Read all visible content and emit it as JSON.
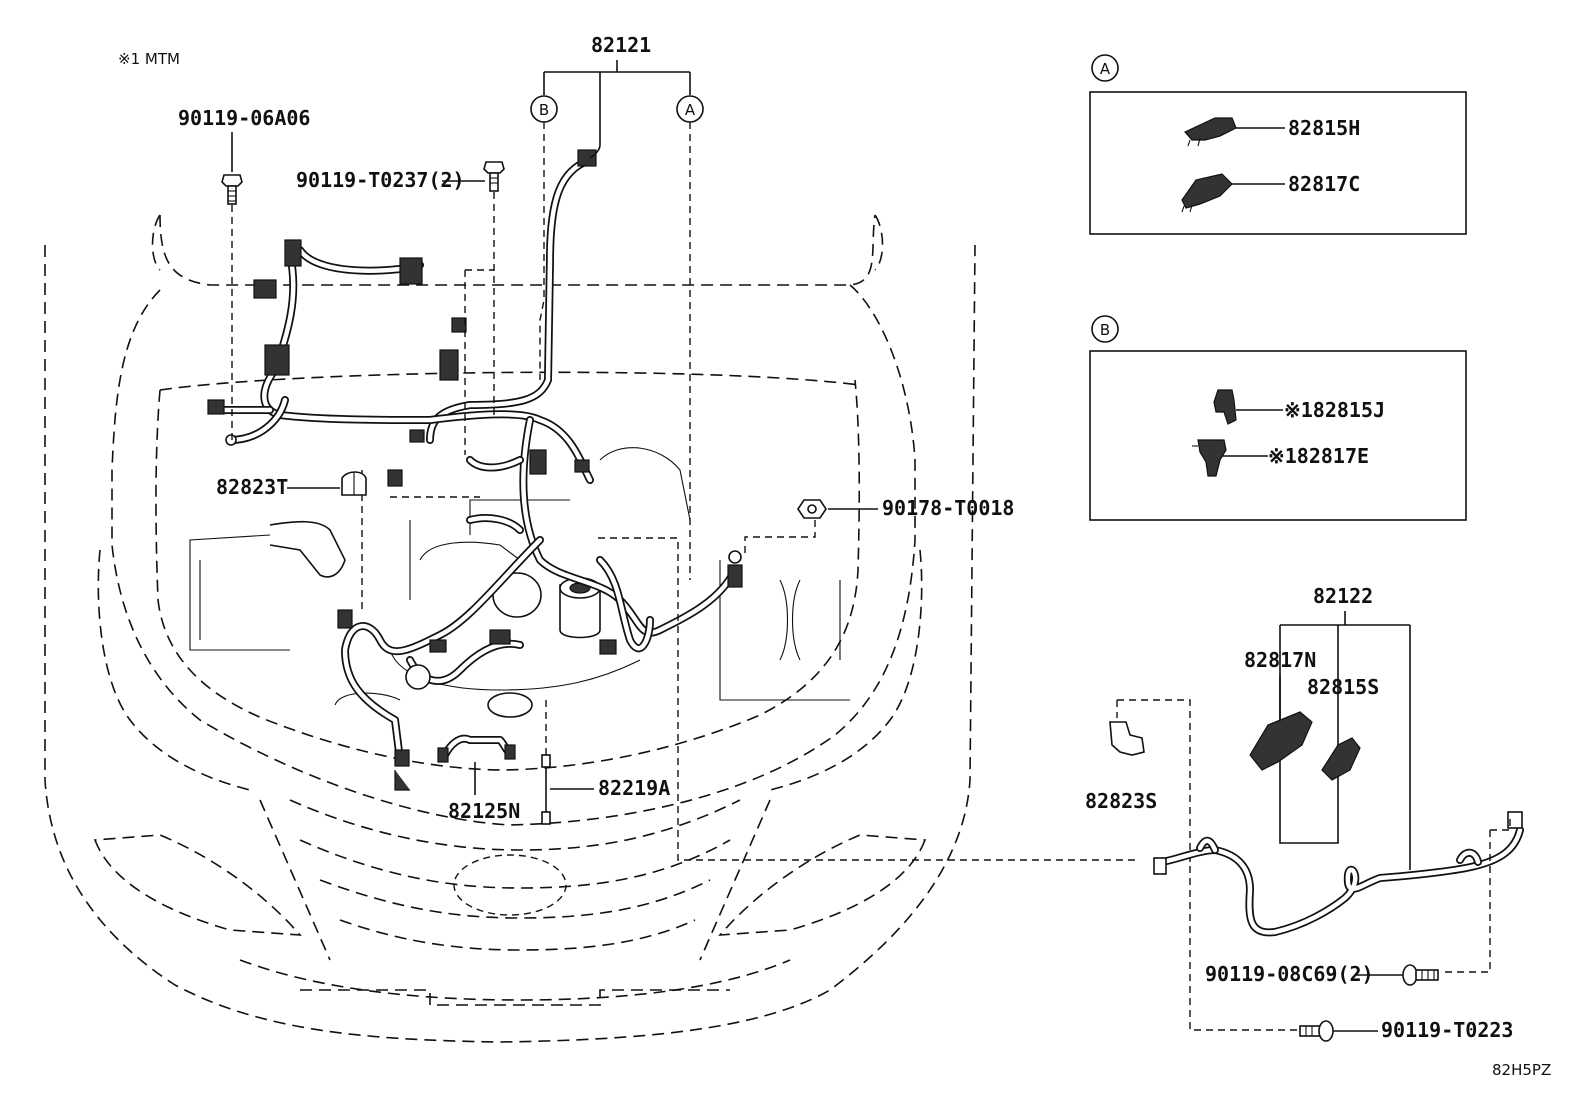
{
  "note": "※1 MTM",
  "ref_code": "82H5PZ",
  "parts": {
    "p82121": "82121",
    "p90119_06A06": "90119-06A06",
    "p90119_T0237": "90119-T0237(2)",
    "p82823T": "82823T",
    "p90178_T0018": "90178-T0018",
    "p82125N": "82125N",
    "p82219A": "82219A",
    "p82122": "82122",
    "p82817N": "82817N",
    "p82815S": "82815S",
    "p82823S": "82823S",
    "p90119_08C69": "90119-08C69(2)",
    "p90119_T0223": "90119-T0223"
  },
  "callouts": {
    "a": "A",
    "b": "B"
  },
  "detail_a": {
    "marker": "A",
    "items": [
      "82815H",
      "82817C"
    ]
  },
  "detail_b": {
    "marker": "B",
    "items": [
      "※182815J",
      "※182817E"
    ]
  }
}
